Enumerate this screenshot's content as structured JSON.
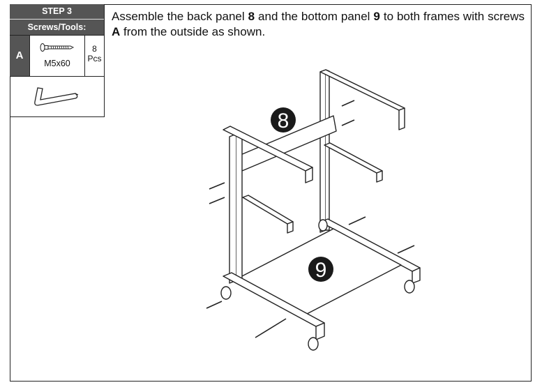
{
  "step": {
    "title": "STEP 3",
    "tools_header": "Screws/Tools:"
  },
  "parts": [
    {
      "letter": "A",
      "size": "M5x60",
      "qty": "8",
      "unit": "Pcs",
      "icon": "screw-icon"
    }
  ],
  "tool": {
    "icon": "allen-key-icon"
  },
  "instruction": {
    "t1": "Assemble the back panel ",
    "p8": "8",
    "t2": " and the bottom panel ",
    "p9": "9",
    "t3": " to both frames with screws ",
    "sa": "A",
    "t4": " from the outside as shown."
  },
  "callouts": {
    "back_panel": "8",
    "bottom_panel": "9"
  },
  "colors": {
    "header_bg": "#555555",
    "line": "#222222"
  }
}
